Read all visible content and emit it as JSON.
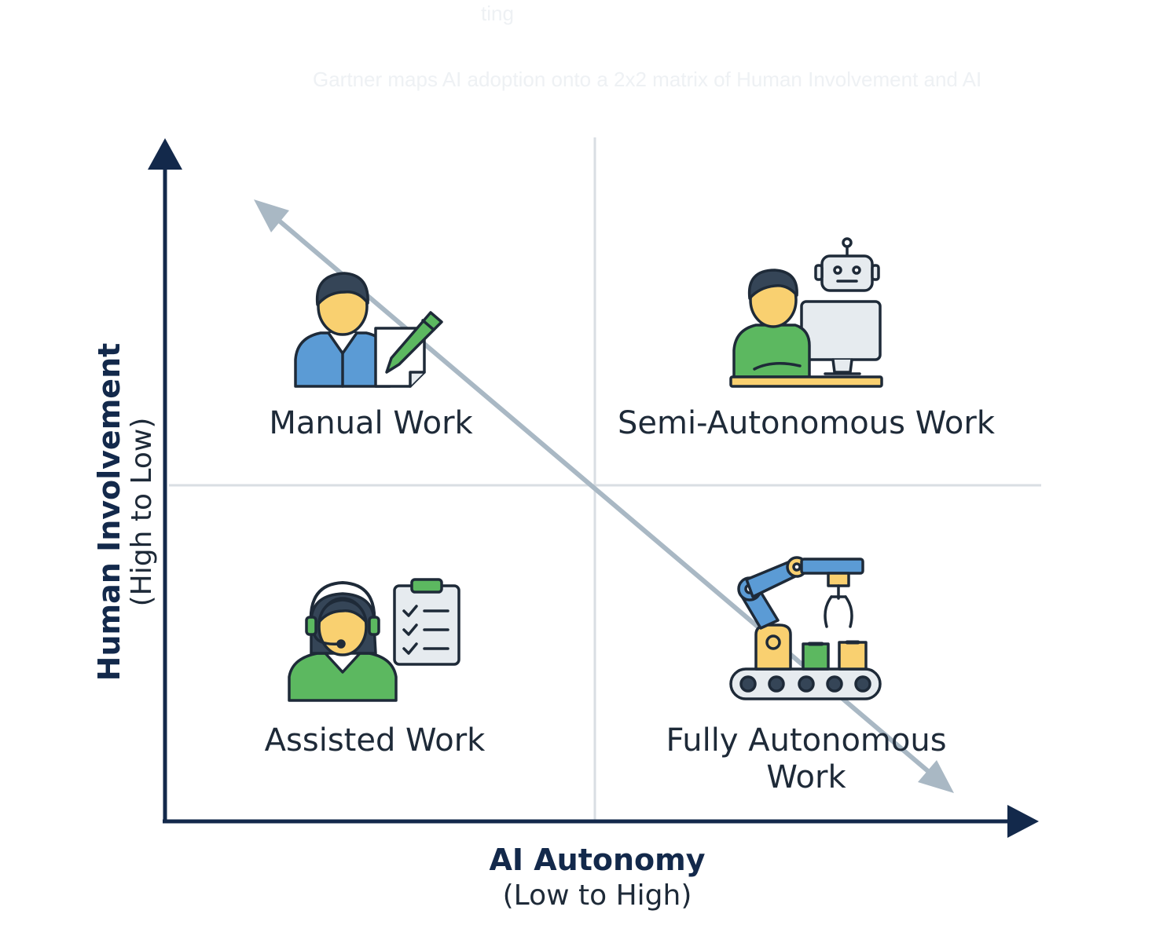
{
  "ghost_text": {
    "line1": "ting",
    "line2": "Gartner maps AI adoption onto a 2x2 matrix of Human Involvement and AI"
  },
  "y_axis": {
    "title": "Human Involvement",
    "subtitle": "(High to Low)"
  },
  "x_axis": {
    "title": "AI Autonomy",
    "subtitle": "(Low to High)"
  },
  "quadrants": {
    "top_left": "Manual Work",
    "top_right": "Semi-Autonomous Work",
    "bottom_left": "Assisted Work",
    "bottom_right_line1": "Fully Autonomous",
    "bottom_right_line2": "Work"
  },
  "icons": {
    "top_left": "person-writing-icon",
    "top_right": "person-with-robot-computer-icon",
    "bottom_left": "headset-agent-checklist-icon",
    "bottom_right": "robotic-arm-conveyor-icon"
  },
  "colors": {
    "axis": "#13294b",
    "grid": "#d9dee3",
    "diagonal": "#a9b8c4",
    "blue": "#5b9bd5",
    "green": "#5cb860",
    "skin": "#f9d070",
    "hair": "#354557",
    "outline": "#1e2a38"
  }
}
